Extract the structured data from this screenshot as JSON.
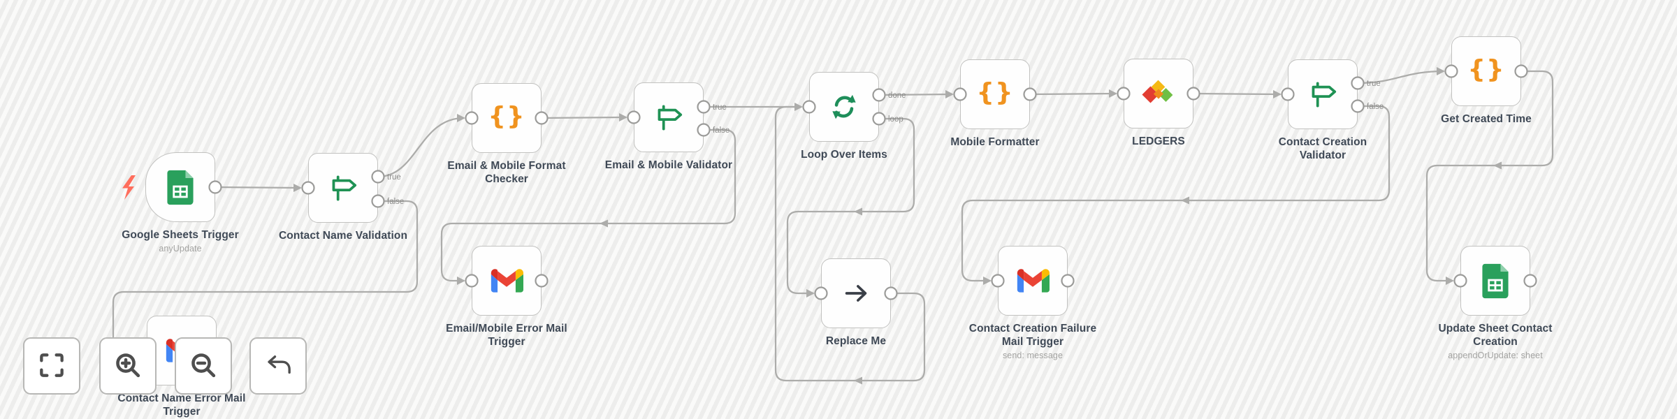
{
  "canvas": {
    "background_color": "#f3f3f2",
    "edge_color": "#acacaa",
    "node_border_color": "#c2c2c0",
    "label_color": "#3f4956",
    "sublabel_color": "#a3a3a1",
    "port_label_color": "#8d8d8b",
    "trigger_bolt_color": "#ff6e5d",
    "if_icon_green": "#1f9254",
    "loop_icon_green": "#1e8e5a",
    "code_icon_orange": "#f0931f"
  },
  "nodes": [
    {
      "id": "google-sheets-trigger",
      "label": "Google Sheets Trigger",
      "sublabel": "anyUpdate",
      "icon": "google-sheets-icon",
      "type": "trigger",
      "outputs": [
        ""
      ]
    },
    {
      "id": "contact-name-validation",
      "label": "Contact Name Validation",
      "sublabel": "",
      "icon": "signpost-if-icon",
      "type": "regular",
      "outputs": [
        "true",
        "false"
      ]
    },
    {
      "id": "email-mobile-format-checker",
      "label": "Email & Mobile Format Checker",
      "sublabel": "",
      "icon": "code-braces-icon",
      "type": "regular",
      "outputs": [
        ""
      ]
    },
    {
      "id": "email-mobile-validator",
      "label": "Email & Mobile Validator",
      "sublabel": "",
      "icon": "signpost-if-icon",
      "type": "regular",
      "outputs": [
        "true",
        "false"
      ]
    },
    {
      "id": "loop-over-items",
      "label": "Loop Over Items",
      "sublabel": "",
      "icon": "loop-icon",
      "type": "regular",
      "outputs": [
        "done",
        "loop"
      ]
    },
    {
      "id": "mobile-formatter",
      "label": "Mobile Formatter",
      "sublabel": "",
      "icon": "code-braces-icon",
      "type": "regular",
      "outputs": [
        ""
      ]
    },
    {
      "id": "ledgers",
      "label": "LEDGERS",
      "sublabel": "",
      "icon": "ledgers-icon",
      "type": "regular",
      "outputs": [
        ""
      ]
    },
    {
      "id": "contact-creation-validator",
      "label": "Contact Creation Validator",
      "sublabel": "",
      "icon": "signpost-if-icon",
      "type": "regular",
      "outputs": [
        "true",
        "false"
      ]
    },
    {
      "id": "get-created-time",
      "label": "Get Created Time",
      "sublabel": "",
      "icon": "code-braces-icon",
      "type": "regular",
      "outputs": [
        ""
      ]
    },
    {
      "id": "email-mobile-error-mail-trigger",
      "label": "Email/Mobile Error Mail Trigger",
      "sublabel": "",
      "icon": "gmail-icon",
      "type": "regular",
      "outputs": [
        ""
      ]
    },
    {
      "id": "replace-me",
      "label": "Replace Me",
      "sublabel": "",
      "icon": "arrow-right-icon",
      "type": "regular",
      "outputs": [
        ""
      ]
    },
    {
      "id": "contact-creation-failure-mail-trigger",
      "label": "Contact Creation Failure Mail Trigger",
      "sublabel": "send: message",
      "icon": "gmail-icon",
      "type": "regular",
      "outputs": [
        ""
      ]
    },
    {
      "id": "update-sheet-contact-creation",
      "label": "Update Sheet Contact Creation",
      "sublabel": "appendOrUpdate: sheet",
      "icon": "google-sheets-icon",
      "type": "regular",
      "outputs": [
        ""
      ]
    },
    {
      "id": "contact-name-error-mail-trigger",
      "label": "Contact Name Error Mail Trigger",
      "sublabel": "",
      "icon": "gmail-icon",
      "type": "regular",
      "outputs": [
        ""
      ]
    }
  ],
  "controls": [
    {
      "id": "fit-view",
      "icon": "fit-view-icon"
    },
    {
      "id": "zoom-in",
      "icon": "zoom-in-icon"
    },
    {
      "id": "zoom-out",
      "icon": "zoom-out-icon"
    },
    {
      "id": "undo",
      "icon": "undo-icon"
    }
  ]
}
